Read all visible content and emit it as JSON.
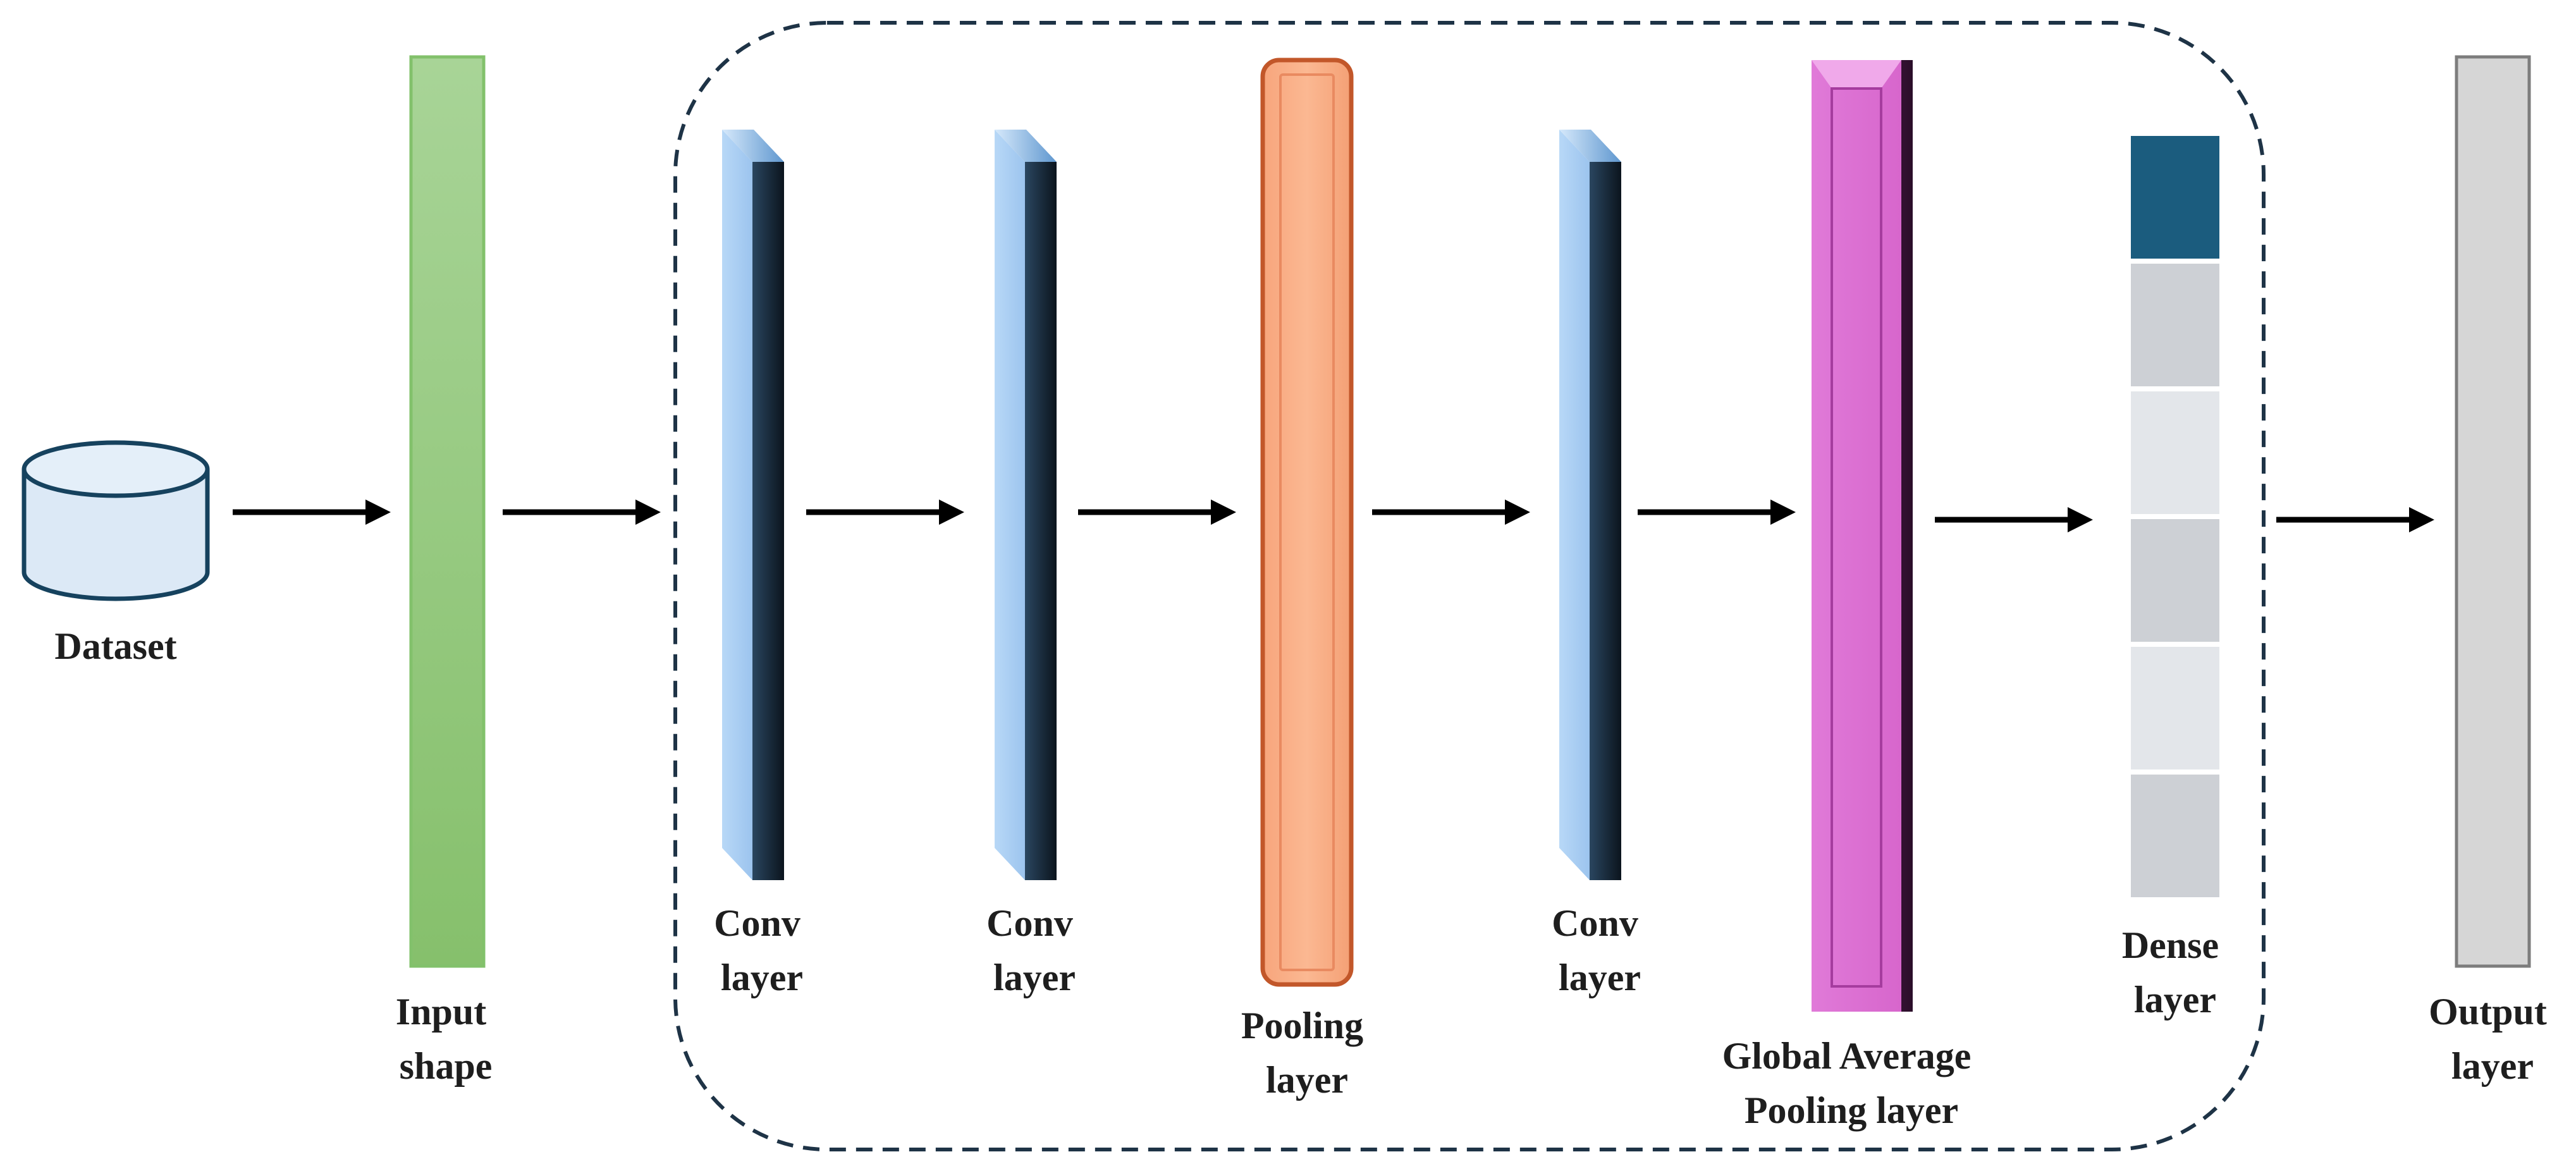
{
  "nodes": {
    "dataset": {
      "label": "Dataset"
    },
    "input": {
      "lines": [
        "Input",
        "shape"
      ],
      "color": "#93c47d"
    },
    "conv1": {
      "lines": [
        "Conv",
        "layer"
      ],
      "color": "#a9cdf2"
    },
    "conv2": {
      "lines": [
        "Conv",
        "layer"
      ],
      "color": "#a9cdf2"
    },
    "pooling": {
      "lines": [
        "Pooling",
        "layer"
      ],
      "color": "#f9b08b"
    },
    "conv3": {
      "lines": [
        "Conv",
        "layer"
      ],
      "color": "#a9cdf2"
    },
    "gap": {
      "lines": [
        "Global Average",
        "Pooling layer"
      ],
      "color": "#df74d6"
    },
    "dense": {
      "lines": [
        "Dense",
        "layer"
      ],
      "cell_colors": [
        "#1b5c7e",
        "#cdd0d5",
        "#e3e6ea",
        "#cdd0d5",
        "#e3e6ea",
        "#cdd0d5"
      ]
    },
    "output": {
      "lines": [
        "Output",
        "layer"
      ],
      "color": "#d6d6d6"
    }
  },
  "edges": [
    {
      "from": "dataset",
      "to": "input"
    },
    {
      "from": "input",
      "to": "conv1"
    },
    {
      "from": "conv1",
      "to": "conv2"
    },
    {
      "from": "conv2",
      "to": "pooling"
    },
    {
      "from": "pooling",
      "to": "conv3"
    },
    {
      "from": "conv3",
      "to": "gap"
    },
    {
      "from": "gap",
      "to": "dense"
    },
    {
      "from": "dense",
      "to": "output"
    }
  ],
  "group": {
    "style": "dashed",
    "members": [
      "conv1",
      "conv2",
      "pooling",
      "conv3",
      "gap",
      "dense"
    ]
  }
}
